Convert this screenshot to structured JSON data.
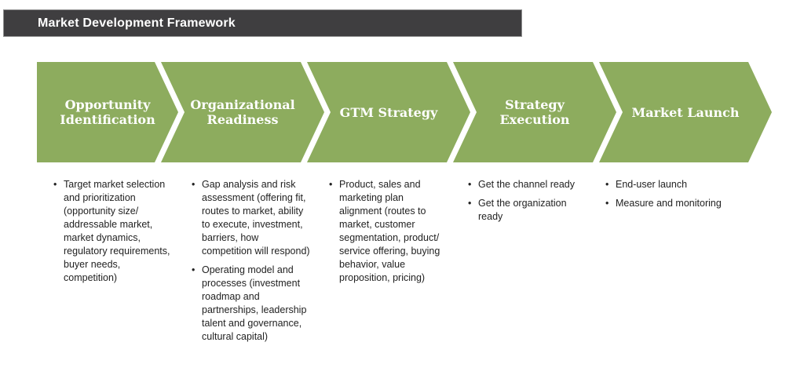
{
  "title_bar": {
    "title": "Market Development Framework"
  },
  "colors": {
    "chevron_green": "#8dac5e",
    "title_bar_bg": "#3f3e40",
    "title_text": "#ffffff",
    "chevron_label_text": "#ffffff",
    "body_text": "#222222",
    "background": "#ffffff"
  },
  "stages": [
    {
      "id": "opportunity-identification",
      "label": "Opportunity Identification",
      "label_lines": [
        "Opportunity",
        "Identification"
      ],
      "bullets": [
        "Target market selection and prioritization (opportunity size/ addressable market, market dynamics, regulatory requirements, buyer needs, competition)"
      ]
    },
    {
      "id": "organizational-readiness",
      "label": "Organizational Readiness",
      "label_lines": [
        "Organizational",
        "Readiness"
      ],
      "bullets": [
        "Gap analysis and risk assessment (offering fit, routes to market, ability to execute, investment, barriers, how competition will respond)",
        "Operating model and processes (investment roadmap and partnerships, leadership talent and governance, cultural capital)"
      ]
    },
    {
      "id": "gtm-strategy",
      "label": "GTM Strategy",
      "label_lines": [
        "GTM Strategy"
      ],
      "bullets": [
        "Product, sales and marketing plan alignment (routes to market, customer segmentation, product/ service offering, buying behavior, value proposition, pricing)"
      ]
    },
    {
      "id": "strategy-execution",
      "label": "Strategy Execution",
      "label_lines": [
        "Strategy",
        "Execution"
      ],
      "bullets": [
        "Get the channel ready",
        "Get the organization ready"
      ]
    },
    {
      "id": "market-launch",
      "label": "Market Launch",
      "label_lines": [
        "Market Launch"
      ],
      "bullets": [
        "End-user launch",
        "Measure and monitoring"
      ]
    }
  ]
}
